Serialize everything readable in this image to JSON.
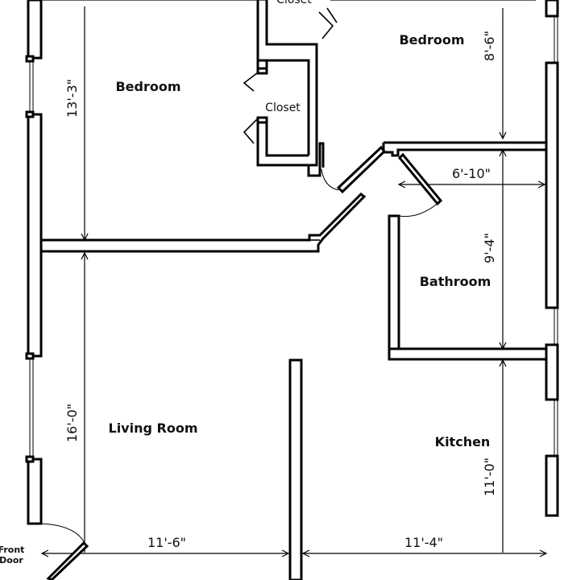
{
  "rooms": {
    "bedroom_left": "Bedroom",
    "bedroom_right": "Bedroom",
    "closet_left": "Closet",
    "closet_top": "Closet",
    "bathroom": "Bathroom",
    "living_room": "Living Room",
    "kitchen": "Kitchen"
  },
  "dimensions": {
    "bedroom_left_height": "13'-3\"",
    "bedroom_right_height": "8'-6\"",
    "bathroom_width": "6'-10\"",
    "bathroom_height": "9'-4\"",
    "living_room_height": "16'-0\"",
    "kitchen_height": "11'-0\"",
    "living_room_width": "11'-6\"",
    "kitchen_width": "11'-4\""
  },
  "entrance": {
    "line1": "Front",
    "line2": "Door"
  }
}
